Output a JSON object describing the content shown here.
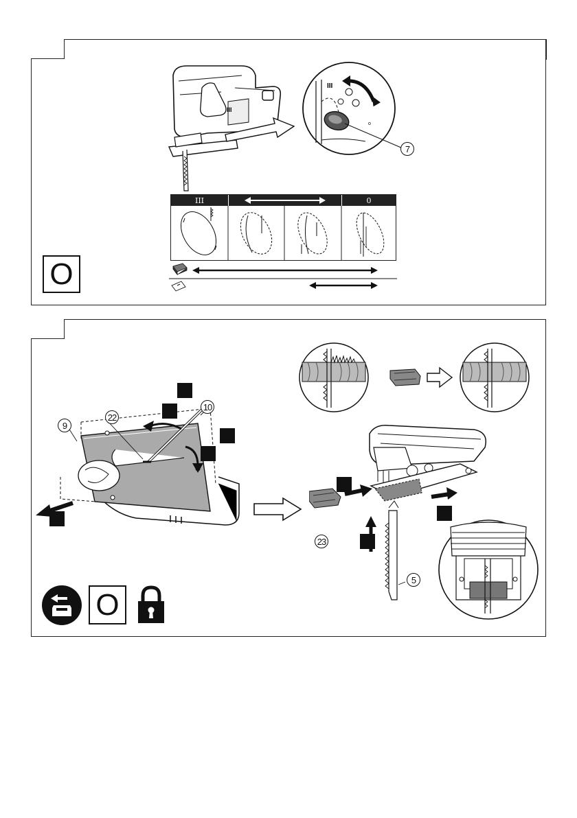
{
  "panel_top": {
    "mode_icon_label": "O",
    "callouts": [
      "7"
    ],
    "dial_marks": [
      "III",
      "0"
    ],
    "orbit_table": {
      "headers": [
        "III",
        "",
        "0"
      ]
    }
  },
  "panel_bottom": {
    "mode_icon_label": "O",
    "callouts": [
      "9",
      "22",
      "10",
      "23",
      "5"
    ]
  },
  "icons": [
    "battery-remove-icon",
    "mode-zero-icon",
    "padlock-icon"
  ]
}
